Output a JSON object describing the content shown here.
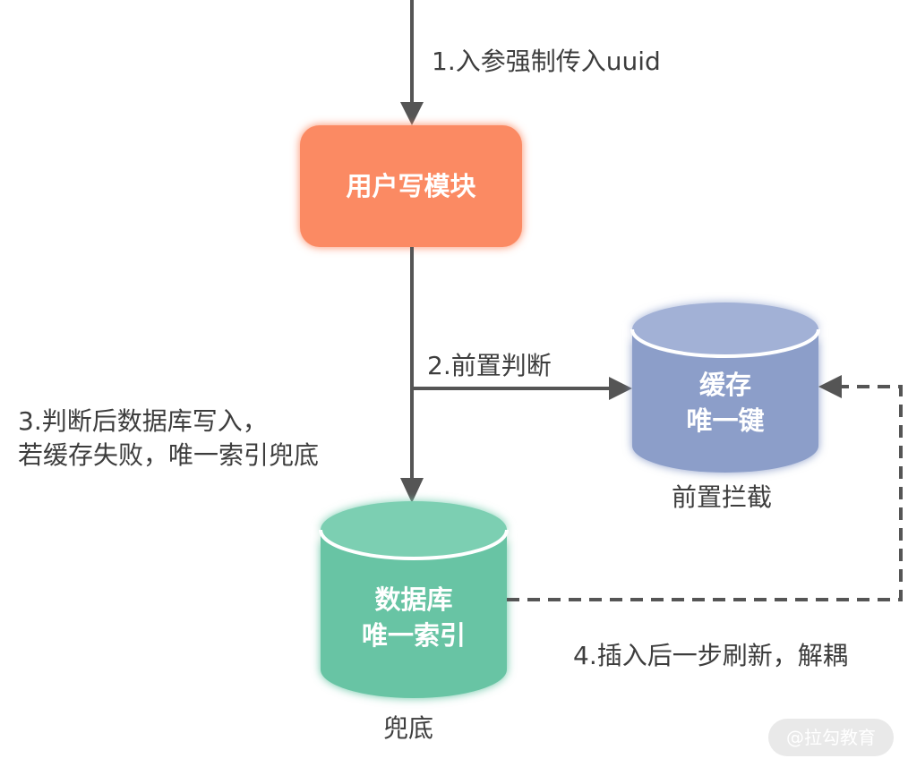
{
  "input_label": "1.入参强制传入uuid",
  "write_module": "用户写模块",
  "precheck_label": "2.前置判断",
  "cache": {
    "line1": "缓存",
    "line2": "唯一键",
    "caption": "前置拦截"
  },
  "fallback_label": {
    "line1": "3.判断后数据库写入，",
    "line2": "若缓存失败，唯一索引兜底"
  },
  "database": {
    "line1": "数据库",
    "line2": "唯一索引",
    "caption": "兜底"
  },
  "refresh_label": "4.插入后一步刷新，解耦",
  "watermark": "@拉勾教育",
  "colors": {
    "write_module": "#fb8a64",
    "cache": "#8c9ec9",
    "database": "#67c4a4",
    "arrow": "#555555"
  }
}
